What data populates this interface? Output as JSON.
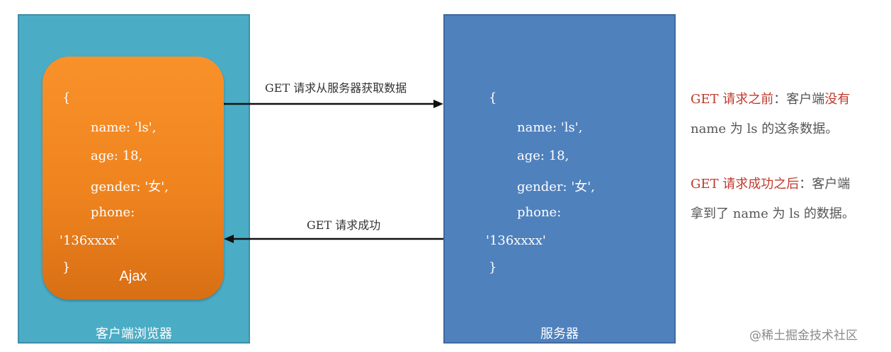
{
  "client": {
    "label": "客户端浏览器",
    "ajax_label": "Ajax",
    "code_lines": [
      "{",
      "name: 'ls',",
      "age: 18,",
      "gender: '女',",
      "phone:",
      "'136xxxx'",
      "}"
    ]
  },
  "server": {
    "label": "服务器",
    "code_lines": [
      "{",
      "name: 'ls',",
      "age: 18,",
      "gender: '女',",
      "phone:",
      "'136xxxx'",
      "}"
    ]
  },
  "arrows": {
    "request_label": "GET 请求从服务器获取数据",
    "response_label": "GET 请求成功"
  },
  "notes": {
    "before": {
      "red": "GET 请求之前",
      "gray": "：客户端",
      "red2": "没有",
      "line2": "name 为 ls 的这条数据。"
    },
    "after": {
      "red": "GET 请求成功之后",
      "gray": "：客户端",
      "line2": "拿到了 name 为 ls 的数据。"
    }
  },
  "watermark": "@稀土掘金技术社区",
  "colors": {
    "client_panel": "#4bacc6",
    "server_panel": "#4f81bd",
    "ajax_box": "#f08a24",
    "note_red": "#c0392b",
    "note_gray": "#555555"
  }
}
